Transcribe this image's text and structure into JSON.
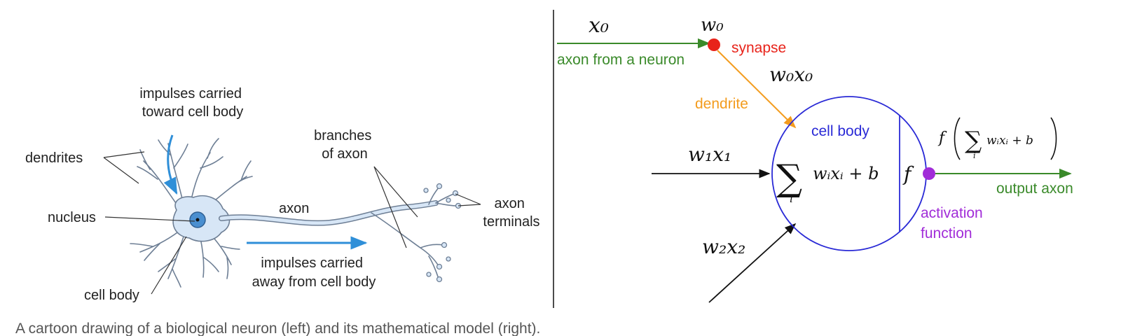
{
  "caption": "A cartoon drawing of a biological neuron (left) and its mathematical model (right).",
  "colors": {
    "input_green": "#3a8a2a",
    "synapse_red": "#e8231a",
    "dendrite_orange": "#f39c1e",
    "cell_body_blue": "#2a2ad6",
    "activation_purple": "#a12cd8",
    "impulse_arrow_blue": "#2f8fd8",
    "neuron_fill": "#d7e6f6",
    "nucleus_fill": "#4a8fd0"
  },
  "biological": {
    "labels": {
      "impulses_toward": [
        "impulses carried",
        "toward cell body"
      ],
      "dendrites": "dendrites",
      "nucleus": "nucleus",
      "cell_body": "cell body",
      "axon": "axon",
      "branches": [
        "branches",
        "of axon"
      ],
      "axon_terminals": [
        "axon",
        "terminals"
      ],
      "impulses_away": [
        "impulses carried",
        "away from cell body"
      ]
    }
  },
  "model": {
    "labels": {
      "axon_from_neuron": "axon from a neuron",
      "synapse": "synapse",
      "dendrite": "dendrite",
      "cell_body": "cell body",
      "output_axon": "output axon",
      "activation": [
        "activation",
        "function"
      ]
    },
    "math": {
      "x0": "x₀",
      "w0": "w₀",
      "w0x0": "w₀x₀",
      "w1x1": "w₁x₁",
      "w2x2": "w₂x₂",
      "sum_symbol": "∑",
      "sum_index": "i",
      "sum_term": "wᵢxᵢ + b",
      "f": "f",
      "output_f": "f",
      "output_sum_term": "wᵢxᵢ + b"
    }
  }
}
